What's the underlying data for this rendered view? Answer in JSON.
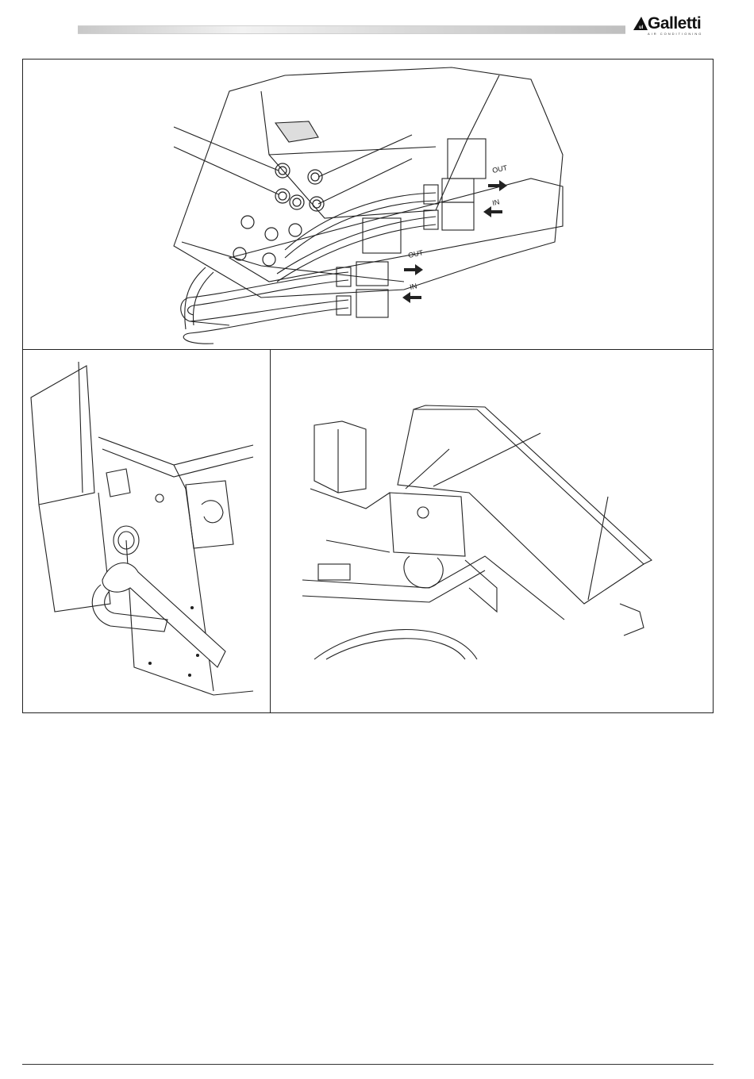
{
  "header": {
    "brand_name": "Galletti",
    "brand_subtitle": "AIR CONDITIONING"
  },
  "figure_top": {
    "labels": {
      "out_upper": "OUT",
      "in_upper": "IN",
      "out_lower": "OUT",
      "in_lower": "IN"
    }
  }
}
